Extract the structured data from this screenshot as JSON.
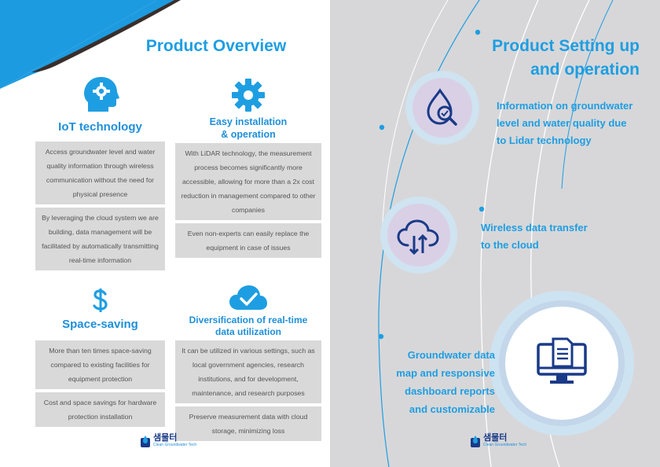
{
  "left": {
    "title": "Product Overview",
    "features": [
      {
        "icon": "brain-gear-icon",
        "title_lines": [
          "IoT technology"
        ],
        "boxes": [
          "Access groundwater level and water quality information through wireless communication without the need for physical presence",
          "By leveraging the cloud system we are building, data management will be facilitated by automatically transmitting real-time information"
        ]
      },
      {
        "icon": "gear-icon",
        "title_lines": [
          "Easy installation",
          "& operation"
        ],
        "boxes": [
          "With LiDAR technology, the measurement process becomes significantly more accessible, allowing for more than a 2x cost reduction in management compared to other companies",
          "Even non-experts can easily replace the equipment in case of issues"
        ]
      },
      {
        "icon": "dollar-icon",
        "title_lines": [
          "Space-saving"
        ],
        "boxes": [
          "More than ten times space-saving compared to existing facilities for equipment protection",
          "Cost and space savings for hardware protection installation"
        ]
      },
      {
        "icon": "cloud-check-icon",
        "title_lines": [
          "Diversification of real-time",
          "data utilization"
        ],
        "boxes": [
          "It can be utilized in various settings, such as local government agencies, research institutions, and for development, maintenance, and research purposes",
          "Preserve measurement data with cloud storage, minimizing loss"
        ]
      }
    ],
    "logo": {
      "name": "샘물터",
      "sub": "Clean Groundwater Tech"
    }
  },
  "right": {
    "title_lines": [
      "Product Setting up",
      "and operation"
    ],
    "items": [
      {
        "icon": "water-drop-search-icon",
        "lines": [
          "Information on groundwater",
          "level and water quality due",
          "to Lidar technology"
        ]
      },
      {
        "icon": "cloud-transfer-icon",
        "lines": [
          "Wireless data transfer",
          "to the cloud"
        ]
      },
      {
        "icon": "monitor-document-icon",
        "lines": [
          "Groundwater data",
          "map and responsive",
          "dashboard reports",
          "and customizable"
        ]
      }
    ],
    "logo": {
      "name": "샘물터",
      "sub": "Clean Groundwater Tech"
    }
  },
  "colors": {
    "accent": "#1e9ee2",
    "dark_blue": "#1a3a88",
    "box_gray": "#d9d9d9",
    "right_bg": "#d7d7d9"
  }
}
